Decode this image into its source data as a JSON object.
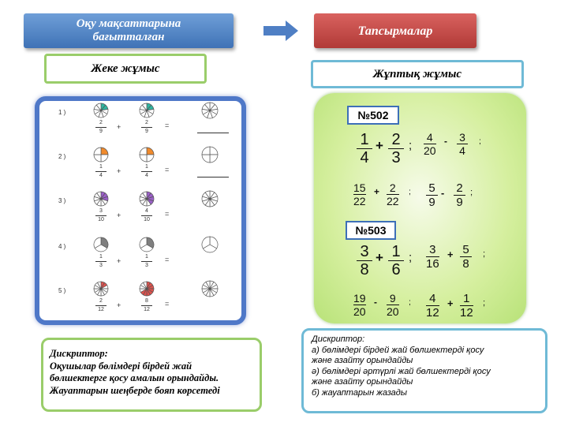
{
  "headers": {
    "left": "Оқу мақсаттарына бағытталған",
    "right": "Тапсырмалар"
  },
  "tags": {
    "left": "Жеке жұмыс",
    "right": "Жұптық жұмыс"
  },
  "colors": {
    "left_banner": "#4f80c4",
    "right_banner": "#c74a47",
    "arrow": "#4f7fc4",
    "panel_border": "#4f78c8",
    "green_panel": "#c9ea8d",
    "teal": "#2fb6a0",
    "orange": "#f08a2c",
    "purple": "#9b5fc9",
    "gray": "#7f7f7f",
    "red": "#e0524d"
  },
  "individual_rows": [
    {
      "label": "1 )",
      "a": {
        "n": "2",
        "d": "9"
      },
      "op": "+",
      "b": {
        "n": "2",
        "d": "9"
      },
      "eq": "=",
      "color": "#2fb6a0",
      "pie": "star"
    },
    {
      "label": "2 )",
      "a": {
        "n": "1",
        "d": "4"
      },
      "op": "+",
      "b": {
        "n": "1",
        "d": "4"
      },
      "eq": "=",
      "color": "#f08a2c",
      "pie": "half"
    },
    {
      "label": "3 )",
      "a": {
        "n": "3",
        "d": "10"
      },
      "op": "+",
      "b": {
        "n": "4",
        "d": "10"
      },
      "eq": "=",
      "color": "#9b5fc9",
      "pie": "star"
    },
    {
      "label": "4 )",
      "a": {
        "n": "1",
        "d": "3"
      },
      "op": "+",
      "b": {
        "n": "1",
        "d": "3"
      },
      "eq": "=",
      "color": "#7f7f7f",
      "pie": "tri"
    },
    {
      "label": "5 )",
      "a": {
        "n": "2",
        "d": "12"
      },
      "op": "+",
      "b": {
        "n": "8",
        "d": "12"
      },
      "eq": "=",
      "color": "#e0524d",
      "pie": "star"
    }
  ],
  "pair_work": {
    "task1_label": "№502",
    "task2_label": "№503",
    "task1": [
      {
        "a": {
          "n": "1",
          "d": "4"
        },
        "op": "+",
        "b": {
          "n": "2",
          "d": "3"
        },
        "end": ";"
      },
      {
        "a": {
          "n": "4",
          "d": "20"
        },
        "op": "-",
        "b": {
          "n": "3",
          "d": "4"
        },
        "end": ";"
      },
      {
        "a": {
          "n": "15",
          "d": "22"
        },
        "op": "+",
        "b": {
          "n": "2",
          "d": "22"
        },
        "end": ";"
      },
      {
        "a": {
          "n": "5",
          "d": "9"
        },
        "op": "-",
        "b": {
          "n": "2",
          "d": "9"
        },
        "end": ";"
      }
    ],
    "task2": [
      {
        "a": {
          "n": "3",
          "d": "8"
        },
        "op": "+",
        "b": {
          "n": "1",
          "d": "6"
        },
        "end": ";"
      },
      {
        "a": {
          "n": "3",
          "d": "16"
        },
        "op": "+",
        "b": {
          "n": "5",
          "d": "8"
        },
        "end": ";"
      },
      {
        "a": {
          "n": "19",
          "d": "20"
        },
        "op": "-",
        "b": {
          "n": "9",
          "d": "20"
        },
        "end": ";"
      },
      {
        "a": {
          "n": "4",
          "d": "12"
        },
        "op": "+",
        "b": {
          "n": "1",
          "d": "12"
        },
        "end": ";"
      }
    ]
  },
  "descriptor_left": {
    "title": "Дискриптор:",
    "lines": [
      "Оқушылар бөлімдері бірдей жай",
      "бөлшектерге қосу амалын орындайды.",
      "Жауаптарын шеңберде бояп көрсетеді"
    ]
  },
  "descriptor_right": {
    "title": "Дискриптор:",
    "lines": [
      "а) бөлімдері бірдей жай бөлшектерді қосу",
      "және азайту орындайды",
      "ә)  бөлімдері әртүрлі жай бөлшектерді қосу",
      "және азайту орындайды",
      "б) жауаптарын жазады"
    ]
  }
}
